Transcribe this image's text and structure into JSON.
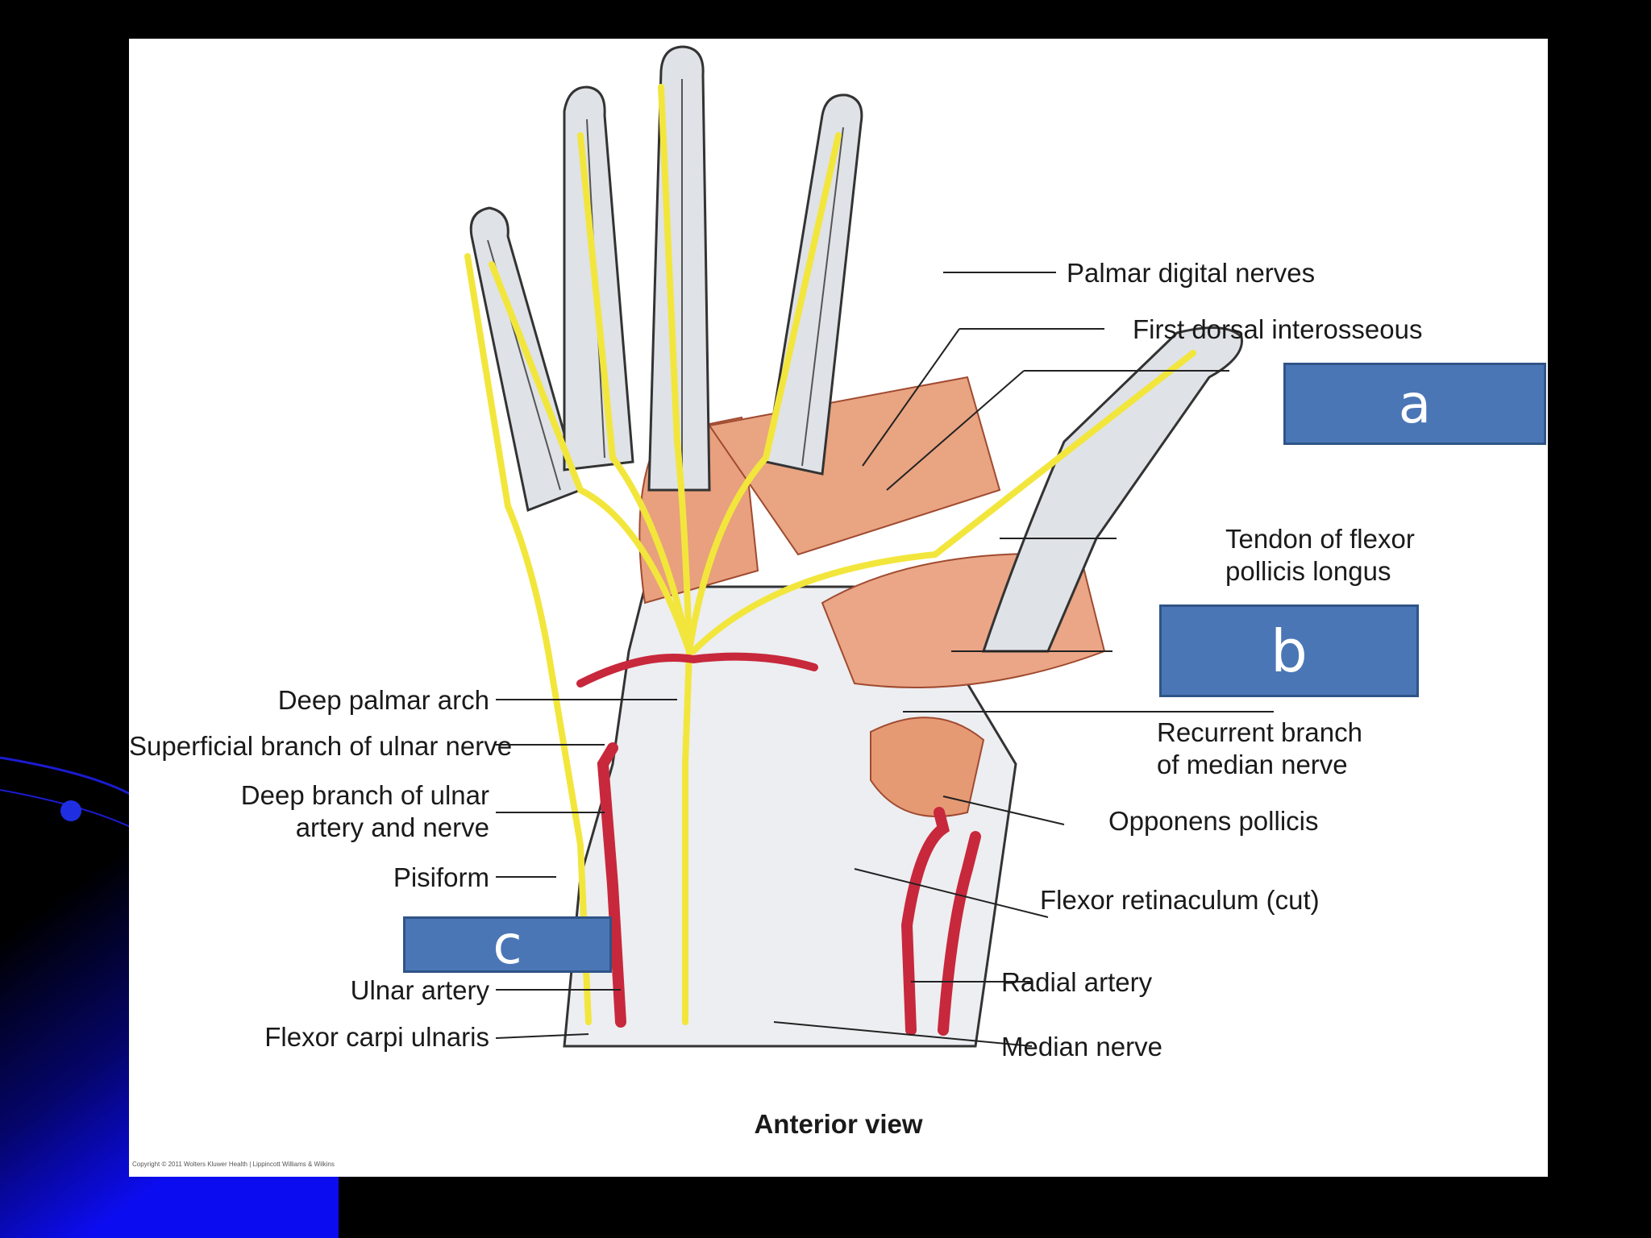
{
  "labels": {
    "palmar_digital_nerves": "Palmar digital nerves",
    "first_dorsal_interosseous": "First dorsal interosseous",
    "tendon_flexor_line1": "Tendon of flexor",
    "tendon_flexor_line2": "pollicis longus",
    "recurrent_branch_line1": "Recurrent branch",
    "recurrent_branch_line2": "of median nerve",
    "opponens_pollicis": "Opponens pollicis",
    "flexor_retinaculum": "Flexor retinaculum (cut)",
    "radial_artery": "Radial artery",
    "median_nerve": "Median nerve",
    "deep_palmar_arch": "Deep palmar arch",
    "superficial_branch_ulnar": "Superficial branch of ulnar nerve",
    "deep_branch_line1": "Deep branch of ulnar",
    "deep_branch_line2": "artery and nerve",
    "pisiform": "Pisiform",
    "ulnar_artery": "Ulnar artery",
    "flexor_carpi_ulnaris": "Flexor carpi ulnaris"
  },
  "caption": "Anterior view",
  "copyright": "Copyright © 2011 Wolters Kluwer Health | Lippincott Williams & Wilkins",
  "quiz_boxes": {
    "a": "a",
    "b": "b",
    "c": "c"
  },
  "colors": {
    "nerve": "#f2e63c",
    "artery": "#c8283c",
    "muscle": "#e8a07e",
    "bone": "#dfe2e6",
    "box_fill": "#4b76b6",
    "slide_bg_accent": "#0a0adc"
  }
}
